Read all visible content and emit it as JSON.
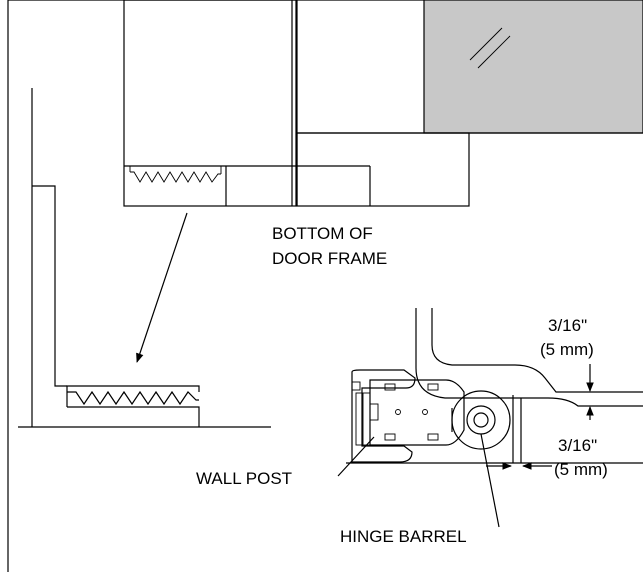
{
  "labels": {
    "bottom_of_door_frame_line1": "BOTTOM OF",
    "bottom_of_door_frame_line2": "DOOR FRAME",
    "dim_top_value": "3/16\"",
    "dim_top_metric": "(5 mm)",
    "dim_side_value": "3/16\"",
    "dim_side_metric": "(5 mm)",
    "wall_post": "WALL POST",
    "hinge_barrel": "HINGE BARREL"
  },
  "colors": {
    "line": "#000000",
    "glass_fill": "#c8c8c8",
    "background": "#ffffff"
  }
}
